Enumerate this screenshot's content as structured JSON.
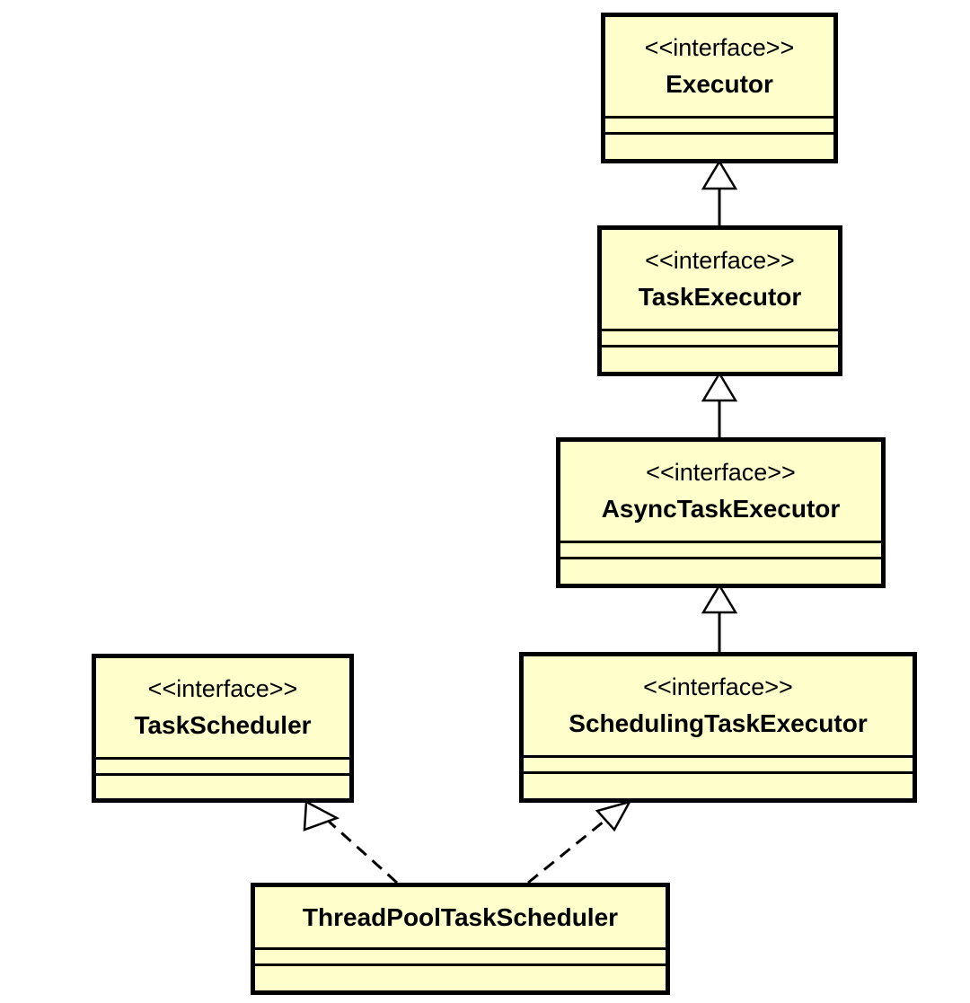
{
  "colors": {
    "box_fill": "#ffffcc",
    "line": "#000000",
    "background": "#ffffff"
  },
  "classes": [
    {
      "id": "executor",
      "stereotype": "<<interface>>",
      "name": "Executor"
    },
    {
      "id": "task-executor",
      "stereotype": "<<interface>>",
      "name": "TaskExecutor"
    },
    {
      "id": "async-task-executor",
      "stereotype": "<<interface>>",
      "name": "AsyncTaskExecutor"
    },
    {
      "id": "task-scheduler",
      "stereotype": "<<interface>>",
      "name": "TaskScheduler"
    },
    {
      "id": "scheduling-task-executor",
      "stereotype": "<<interface>>",
      "name": "SchedulingTaskExecutor"
    },
    {
      "id": "thread-pool-task-scheduler",
      "stereotype": "",
      "name": "ThreadPoolTaskScheduler"
    }
  ],
  "relations": [
    {
      "from": "task-executor",
      "to": "executor",
      "type": "generalization"
    },
    {
      "from": "async-task-executor",
      "to": "task-executor",
      "type": "generalization"
    },
    {
      "from": "scheduling-task-executor",
      "to": "async-task-executor",
      "type": "generalization"
    },
    {
      "from": "thread-pool-task-scheduler",
      "to": "task-scheduler",
      "type": "realization"
    },
    {
      "from": "thread-pool-task-scheduler",
      "to": "scheduling-task-executor",
      "type": "realization"
    }
  ]
}
